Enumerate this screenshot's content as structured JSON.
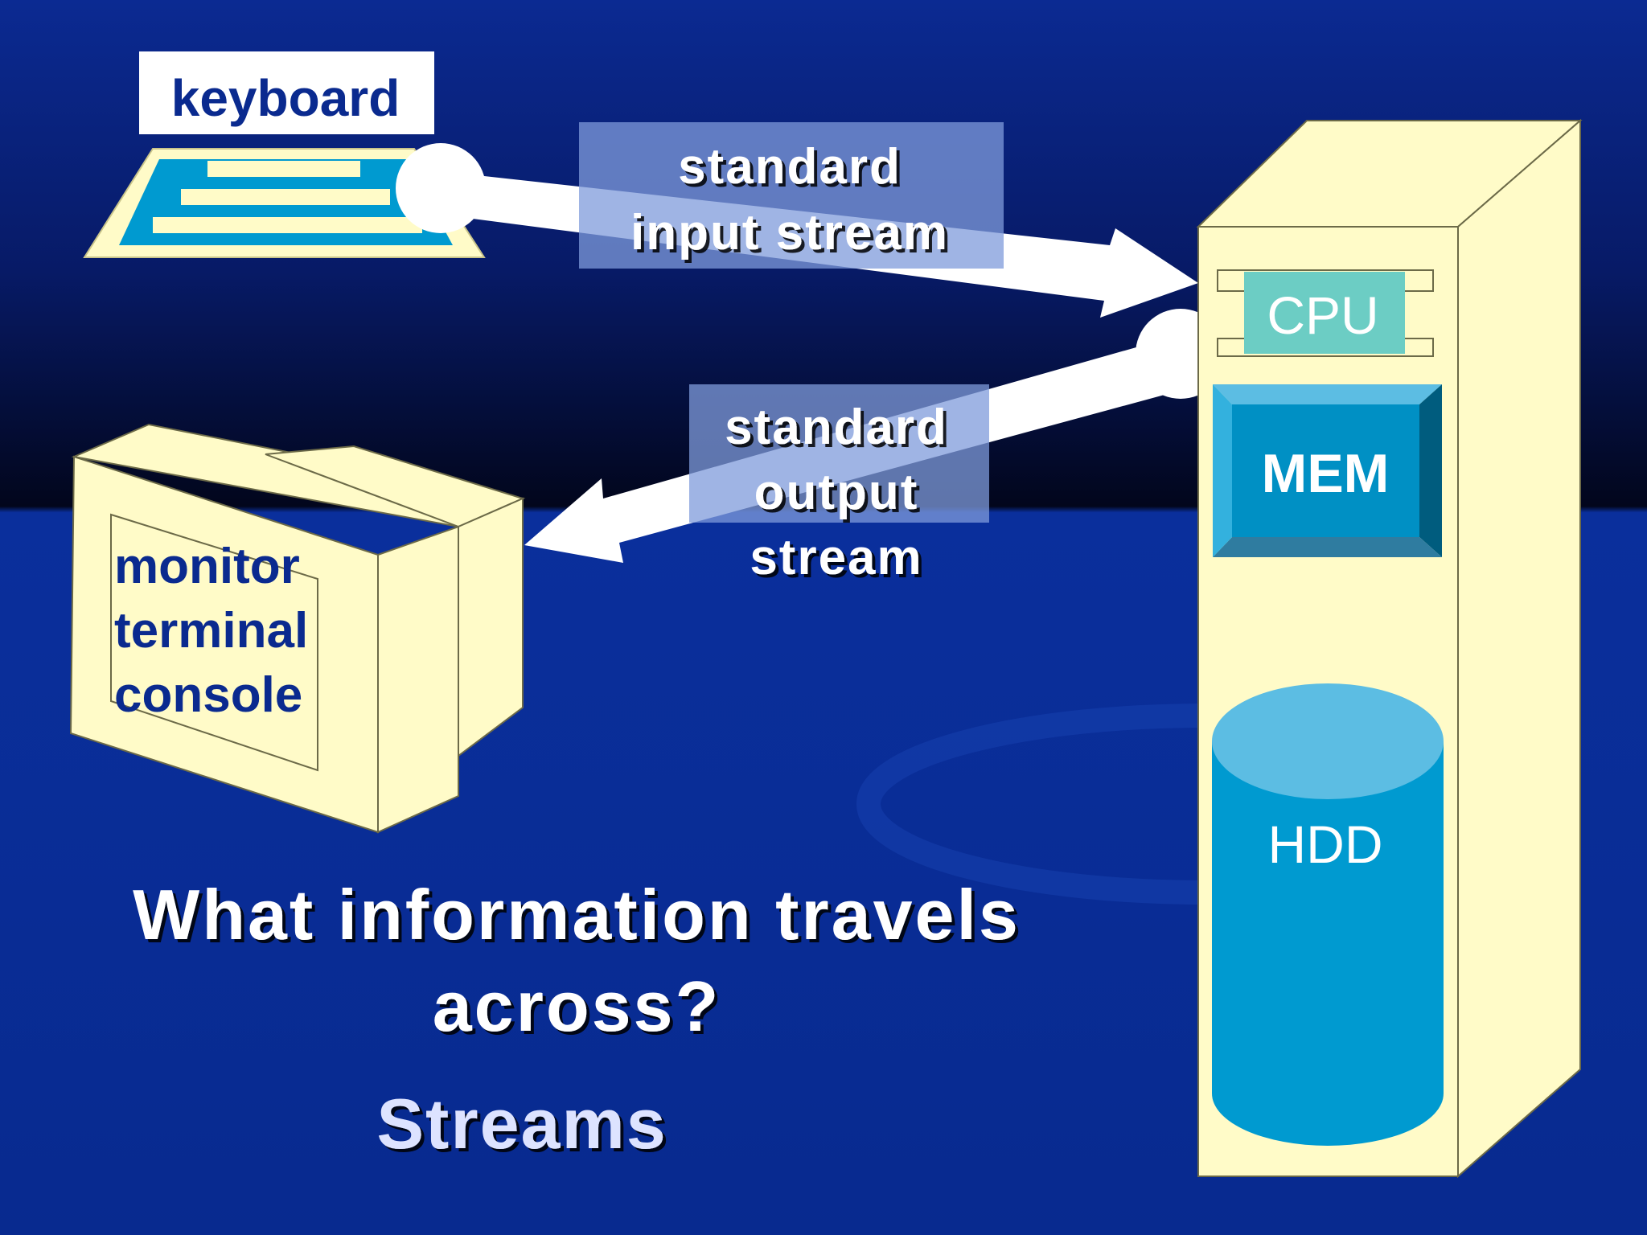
{
  "slide": {
    "keyboard_label": "keyboard",
    "input_stream_line1": "standard",
    "input_stream_line2": "input stream",
    "output_stream_line1": "standard",
    "output_stream_line2": "output",
    "output_stream_line3": "stream",
    "monitor_line1": "monitor",
    "monitor_line2": "terminal",
    "monitor_line3": "console",
    "cpu_label": "CPU",
    "mem_label": "MEM",
    "hdd_label": "HDD",
    "question_line1": "What information travels",
    "question_line2": "across?",
    "answer": "Streams"
  },
  "colors": {
    "background_top": "#0b2a92",
    "background_dark": "#02061c",
    "background_bottom": "#0a2f9c",
    "device_cream": "#fffbc8",
    "device_cyan": "#009ad0",
    "hdd_top": "#5cbde3",
    "cpu_teal": "#6ccdc4",
    "label_navy": "#0a2a8f",
    "arrow_white": "#ffffff",
    "banner_blue": "#7f9bdb",
    "answer_text": "#dde3ff"
  }
}
